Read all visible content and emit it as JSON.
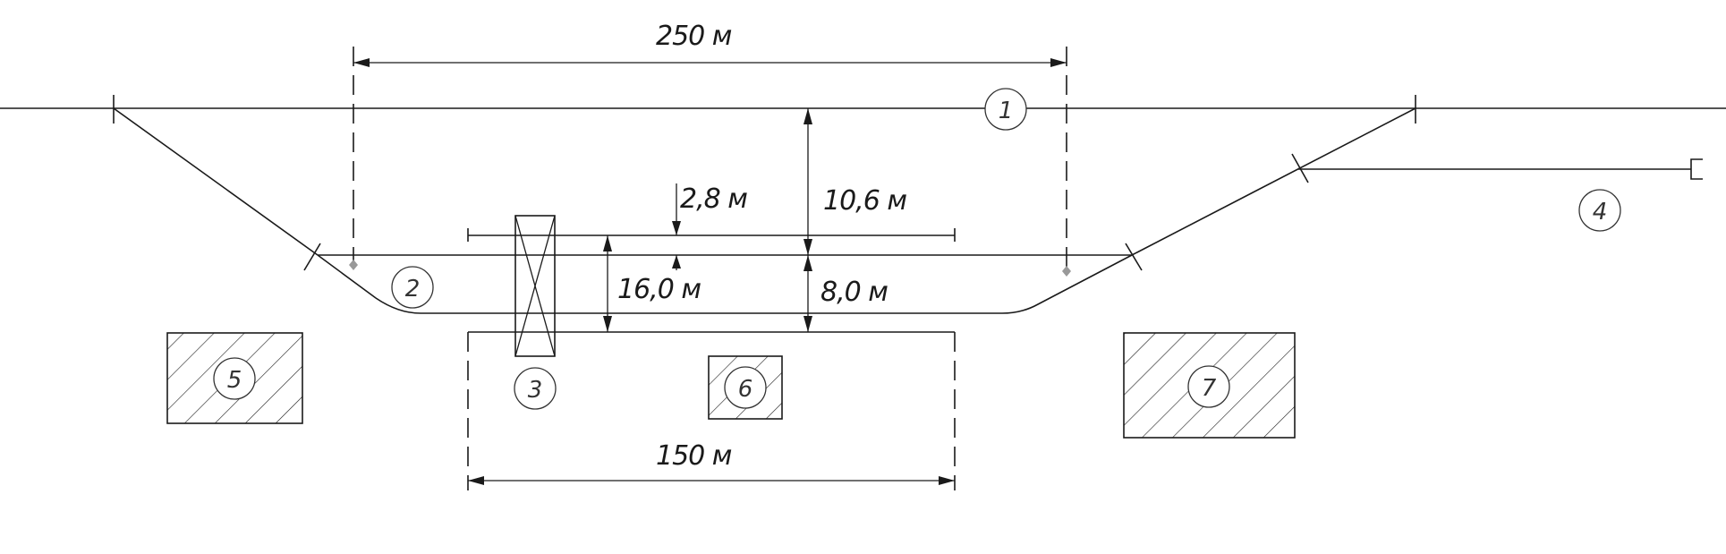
{
  "dimensions": {
    "track_length": "250 м",
    "platform_length": "150 м",
    "track_spacing_main": "10,6 м",
    "track_spacing_platform": "8,0 м",
    "platform_edge_offset": "2,8 м",
    "platform_width": "16,0 м"
  },
  "callouts": [
    "1",
    "2",
    "3",
    "4",
    "5",
    "6",
    "7"
  ],
  "colors": {
    "line": "#1a1a1a",
    "marker": "#999999",
    "background": "#ffffff"
  }
}
